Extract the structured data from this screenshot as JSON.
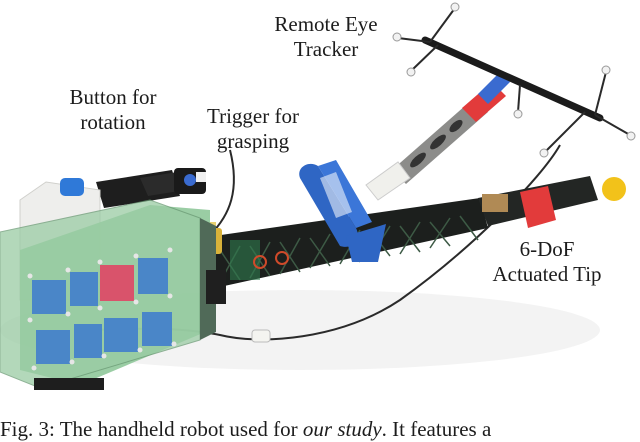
{
  "figure": {
    "labels": {
      "remote_eye_tracker": [
        "Remote Eye",
        "Tracker"
      ],
      "button_for_rotation": [
        "Button for",
        "rotation"
      ],
      "trigger_for_grasping": [
        "Trigger for",
        "grasping"
      ],
      "actuated_tip": [
        "6-DoF",
        "Actuated Tip"
      ]
    },
    "caption": {
      "prefix": "Fig. 3: The handheld robot used for ",
      "emphasis": "our study",
      "suffix": ". It features a"
    },
    "colors": {
      "body_panel": "#8fc89a",
      "blue_block": "#4a86c8",
      "red_block": "#d9536b",
      "blue_handle": "#2f66c4",
      "red_mount": "#e23b3b",
      "tip_ball": "#f2c21a",
      "shaft": "#1c1f1d"
    }
  }
}
